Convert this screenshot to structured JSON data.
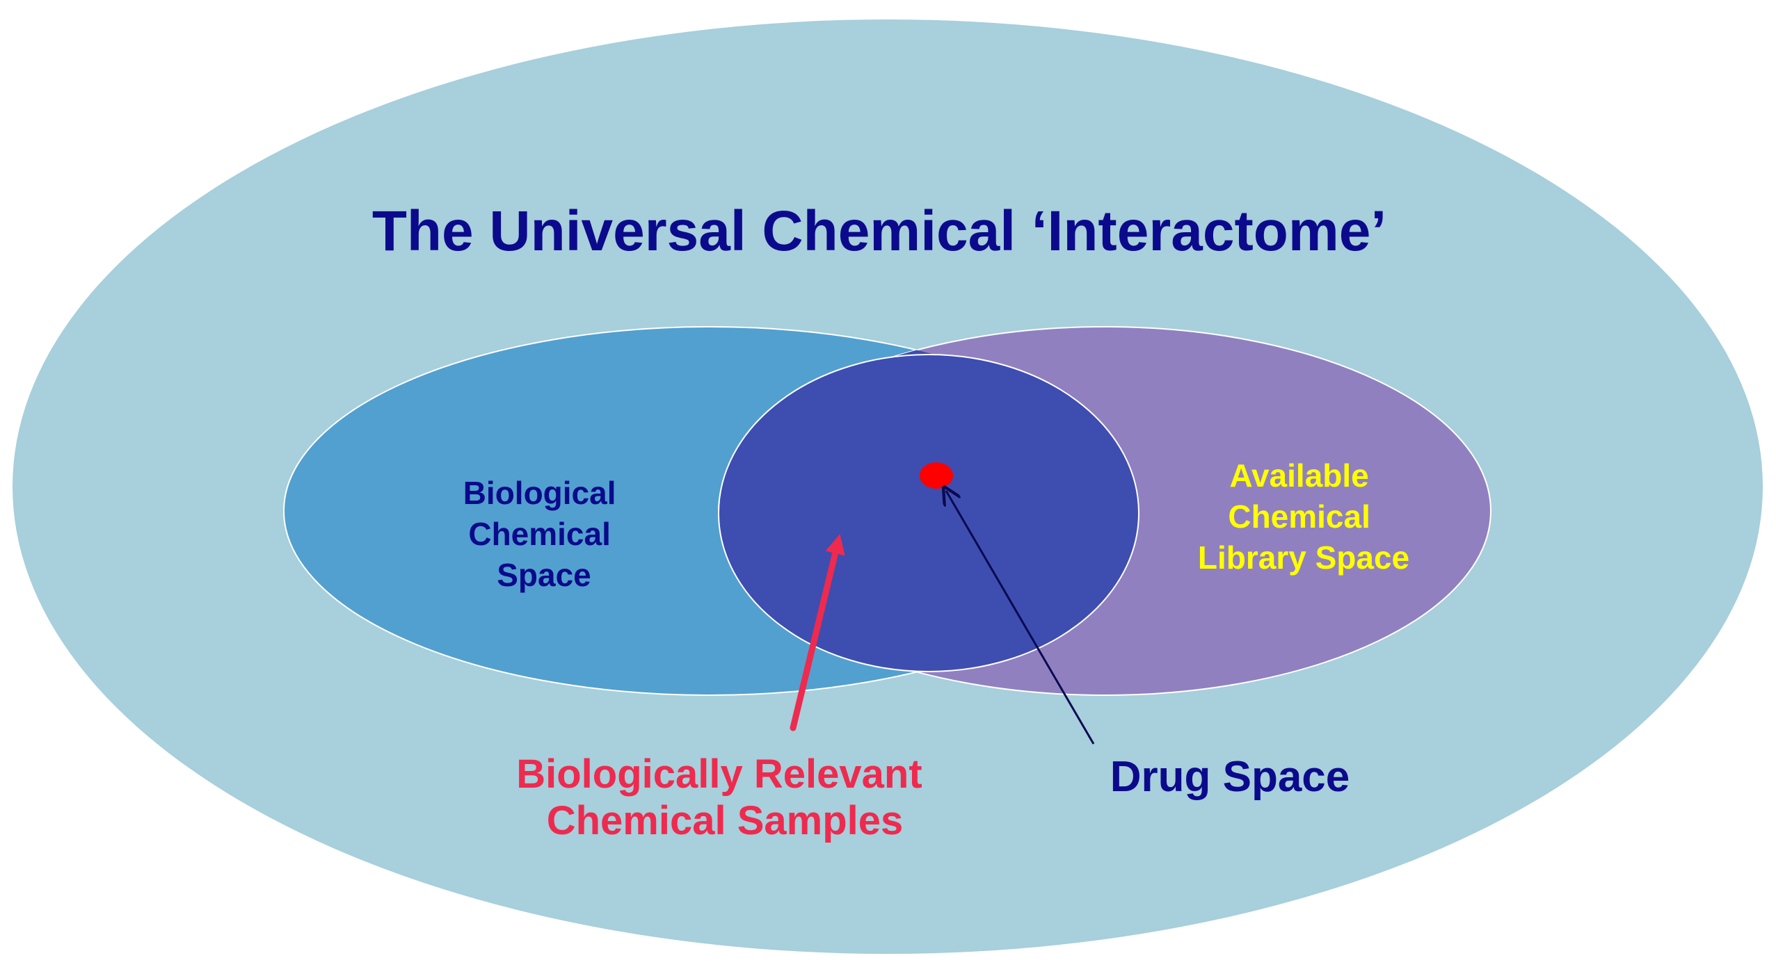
{
  "diagram": {
    "title": "The Universal Chemical ‘Interactome’",
    "biological_space": {
      "line1": "Biological",
      "line2": "Chemical",
      "line3": "Space"
    },
    "library_space": {
      "line1": "Available",
      "line2": "Chemical",
      "line3": "Library Space"
    },
    "relevant_samples": {
      "line1": "Biologically Relevant",
      "line2": "Chemical Samples"
    },
    "drug_space": {
      "label": "Drug Space"
    }
  },
  "colors": {
    "universe": "#a7cfdc",
    "biological": "#52a0cf",
    "library": "#9180c0",
    "overlap": "#3e4db0",
    "drug_dot": "#ff0000",
    "title": "#0c0a8c",
    "biological_text": "#0c0a8c",
    "library_text": "#ffff00",
    "relevant_text": "#ee2a4e",
    "drug_text": "#0c0a8c",
    "drug_arrow": "#0a0a50"
  }
}
